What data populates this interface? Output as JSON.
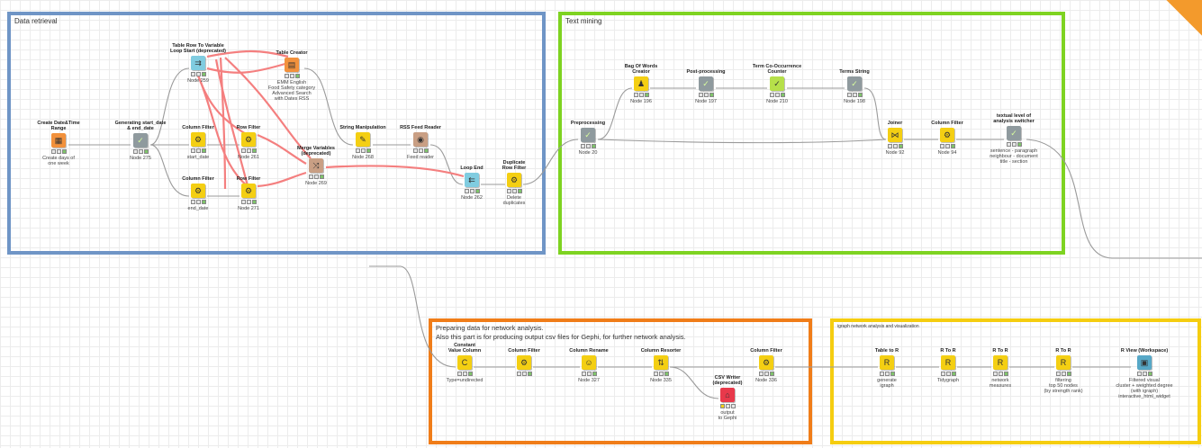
{
  "colors": {
    "blue_box": "#6f95c6",
    "green_box": "#7ed321",
    "orange_box": "#f07d19",
    "yellow_box": "#f5cd10",
    "reader_node": "#f2913c",
    "manipulator_node": "#f4cf13",
    "loop_node": "#80cce0",
    "meta_node": "#8f9a9e",
    "writer_node": "#e8394b",
    "view_node": "#57a8c7",
    "text_node": "#c99f84",
    "selection_link": "#f47f7f",
    "corner_accent": "#f39a2c"
  },
  "workflow_boxes": [
    {
      "id": "data_retrieval",
      "title": "Data retrieval"
    },
    {
      "id": "text_mining",
      "title": "Text mining"
    },
    {
      "id": "network_prep",
      "title": "Preparing data for network analysis.\nAlso this part is for producing output csv files for Gephi, for further network analysis."
    },
    {
      "id": "igraph",
      "title": "igraph network analysis and visualization"
    }
  ],
  "nodes": {
    "create_datetime": {
      "label": "Create Date&Time\nRange",
      "desc": "Create days of\none week",
      "icon": "calendar-icon",
      "category": "reader"
    },
    "generating_start": {
      "label": "Generating start_date\n& end_date",
      "desc": "Node 275",
      "icon": "metanode-icon",
      "category": "meta"
    },
    "table_row_loop": {
      "label": "Table Row To Variable\nLoop Start (deprecated)",
      "desc": "Node 259",
      "icon": "loop-start-icon",
      "category": "loop"
    },
    "table_creator": {
      "label": "Table Creator",
      "desc": "EMM English\nFood Safety category\nAdvanced Search\nwith Dates RSS",
      "icon": "table-icon",
      "category": "reader"
    },
    "column_filter_start": {
      "label": "Column Filter",
      "desc": "start_date",
      "icon": "filter-icon",
      "category": "manipulator"
    },
    "row_filter_1": {
      "label": "Row Filter",
      "desc": "Node 261",
      "icon": "filter-icon",
      "category": "manipulator"
    },
    "column_filter_end": {
      "label": "Column Filter",
      "desc": "end_date",
      "icon": "filter-icon",
      "category": "manipulator"
    },
    "row_filter_2": {
      "label": "Row Filter",
      "desc": "Node 271",
      "icon": "filter-icon",
      "category": "manipulator"
    },
    "merge_variables": {
      "label": "Merge Variables\n(deprecated)",
      "desc": "Node 269",
      "icon": "merge-icon",
      "category": "text"
    },
    "string_manipulation": {
      "label": "String Manipulation",
      "desc": "Node 268",
      "icon": "string-icon",
      "category": "manipulator"
    },
    "rss_feed_reader": {
      "label": "RSS Feed Reader",
      "desc": "Feed reader",
      "icon": "rss-icon",
      "category": "text"
    },
    "loop_end": {
      "label": "Loop End",
      "desc": "Node 262",
      "icon": "loop-end-icon",
      "category": "loop"
    },
    "duplicate_row_filter": {
      "label": "Duplicate\nRow Filter",
      "desc": "Delete\nduplicates",
      "icon": "filter-icon",
      "category": "manipulator"
    },
    "preprocessing": {
      "label": "Preprocessing",
      "desc": "Node 20",
      "icon": "metanode-icon",
      "category": "meta"
    },
    "bag_of_words": {
      "label": "Bag Of Words\nCreator",
      "desc": "Node 196",
      "icon": "bag-icon",
      "category": "manipulator"
    },
    "post_processing": {
      "label": "Post-processing",
      "desc": "Node 197",
      "icon": "metanode-icon",
      "category": "meta"
    },
    "term_cooccurrence": {
      "label": "Term Co-Occurrence\nCounter",
      "desc": "Node 210",
      "icon": "counter-icon",
      "category": "green"
    },
    "terms_string": {
      "label": "Terms String",
      "desc": "Node 198",
      "icon": "metanode-icon",
      "category": "meta"
    },
    "joiner": {
      "label": "Joiner",
      "desc": "Node 92",
      "icon": "joiner-icon",
      "category": "manipulator"
    },
    "column_filter_tm": {
      "label": "Column Filter",
      "desc": "Node 94",
      "icon": "filter-icon",
      "category": "manipulator"
    },
    "textual_level": {
      "label": "textual level of\nanalysis switcher",
      "desc": "sentence - paragraph\nneighbour - document\ntitle - section",
      "icon": "metanode-icon",
      "category": "meta"
    },
    "constant_value": {
      "label": "Constant\nValue Column",
      "desc": "Type=undirected",
      "icon": "constant-icon",
      "category": "manipulator"
    },
    "column_filter_net1": {
      "label": "Column Filter",
      "desc": "",
      "icon": "filter-icon",
      "category": "manipulator"
    },
    "column_rename": {
      "label": "Column Rename",
      "desc": "Node 327",
      "icon": "rename-icon",
      "category": "manipulator"
    },
    "column_resorter": {
      "label": "Column Resorter",
      "desc": "Node 335",
      "icon": "resort-icon",
      "category": "manipulator"
    },
    "csv_writer": {
      "label": "CSV Writer\n(deprecated)",
      "desc": "output\nto Gephi",
      "icon": "csv-icon",
      "category": "writer"
    },
    "column_filter_net2": {
      "label": "Column Filter",
      "desc": "Node 336",
      "icon": "filter-icon",
      "category": "manipulator"
    },
    "table_to_r": {
      "label": "Table to R",
      "desc": "generate\nigraph",
      "icon": "r-icon",
      "category": "manipulator"
    },
    "r_to_r_1": {
      "label": "R To R",
      "desc": "Tidygraph",
      "icon": "r-icon",
      "category": "manipulator"
    },
    "r_to_r_2": {
      "label": "R To R",
      "desc": "network\nmeasures",
      "icon": "r-icon",
      "category": "manipulator"
    },
    "r_to_r_3": {
      "label": "R To R",
      "desc": "filtering\ntop 50 nodes\n(by strength rank)",
      "icon": "r-icon",
      "category": "manipulator"
    },
    "r_view": {
      "label": "R View (Workspace)",
      "desc": "Filtered visual\ncluster + weighted degree\n(with igraph) interactive_html_widget",
      "icon": "r-view-icon",
      "category": "view"
    }
  }
}
